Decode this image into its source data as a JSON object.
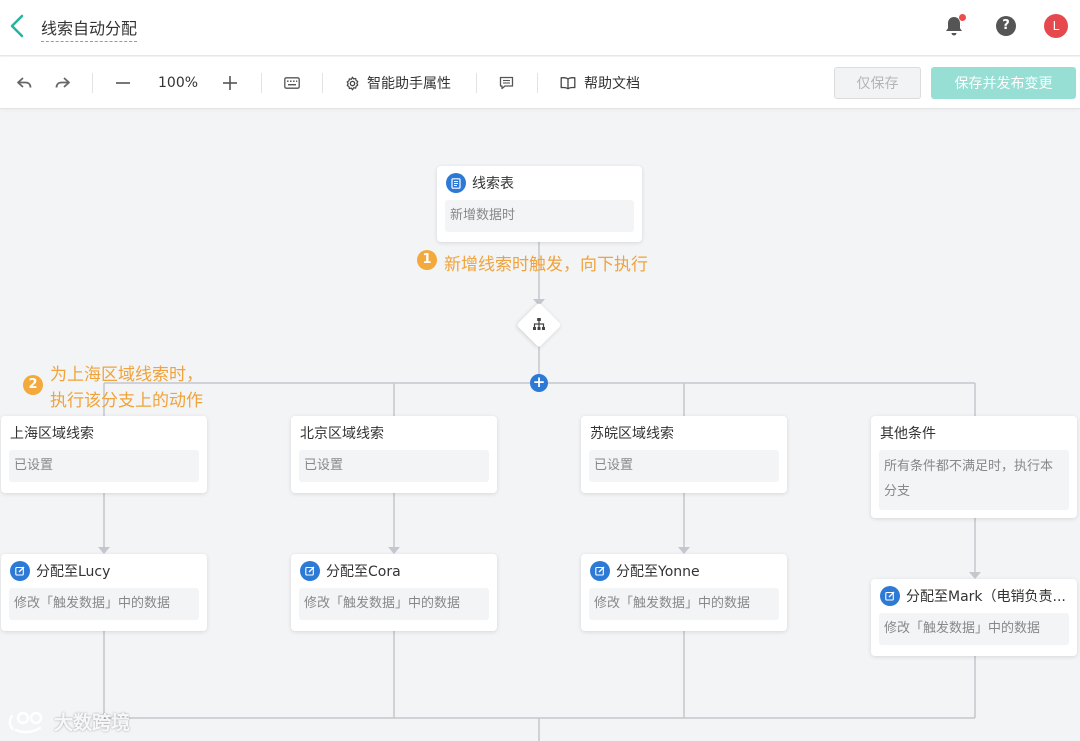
{
  "header": {
    "title": "线索自动分配",
    "avatar_letter": "L",
    "help_symbol": "?"
  },
  "toolbar": {
    "zoom": "100%",
    "assistant_label": "智能助手属性",
    "help_doc_label": "帮助文档",
    "save_only_label": "仅保存",
    "save_publish_label": "保存并发布变更"
  },
  "colors": {
    "accent": "#2d7ad6",
    "teal": "#97ded4",
    "annotation": "#f0a33a",
    "alert": "#ef4b4b"
  },
  "flow": {
    "trigger": {
      "title": "线索表",
      "body": "新增数据时",
      "icon": "table-icon"
    },
    "annotation1": {
      "num": "1",
      "text": "新增线索时触发，向下执行"
    },
    "annotation2": {
      "num": "2",
      "line1": "为上海区域线索时，",
      "line2": "执行该分支上的动作"
    },
    "branches": [
      {
        "title": "上海区域线索",
        "body": "已设置"
      },
      {
        "title": "北京区域线索",
        "body": "已设置"
      },
      {
        "title": "苏皖区域线索",
        "body": "已设置"
      },
      {
        "title": "其他条件",
        "body": "所有条件都不满足时，执行本分支"
      }
    ],
    "actions": [
      {
        "title": "分配至Lucy",
        "body": "修改「触发数据」中的数据",
        "icon": "edit-icon"
      },
      {
        "title": "分配至Cora",
        "body": "修改「触发数据」中的数据",
        "icon": "edit-icon"
      },
      {
        "title": "分配至Yonne",
        "body": "修改「触发数据」中的数据",
        "icon": "edit-icon"
      },
      {
        "title": "分配至Mark（电销负责...",
        "body": "修改「触发数据」中的数据",
        "icon": "edit-icon"
      }
    ]
  },
  "watermark": "大数跨境"
}
